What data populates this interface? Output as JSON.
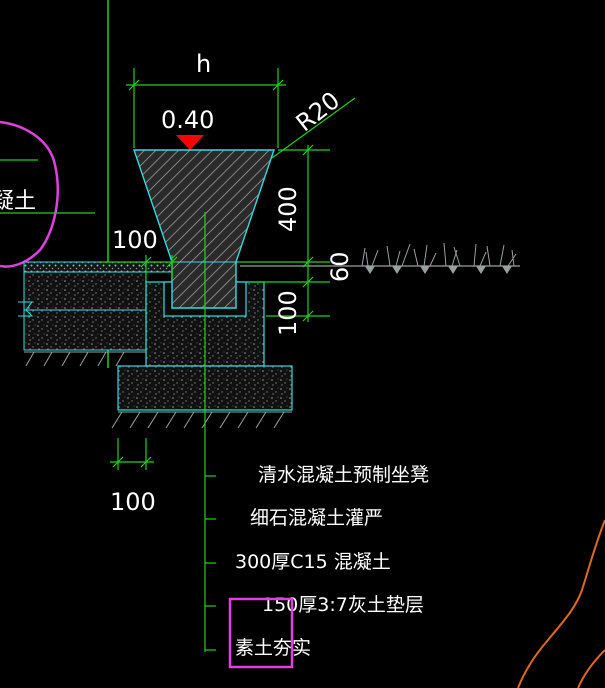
{
  "dimensions": {
    "width_label": "h",
    "elevation": "0.40",
    "radius": "R20",
    "height_upper": "400",
    "height_mid": "60",
    "height_lower": "100",
    "offset_left": "100",
    "offset_bottom": "100"
  },
  "fragment_text": "疑土",
  "annotations": [
    "清水混凝土预制坐凳",
    "细石混凝土灌严",
    "300厚C15 混凝土",
    "150厚3:7灰土垫层",
    "素土夯实"
  ],
  "colors": {
    "leader": "#1fd31f",
    "outline": "#33dddd",
    "highlight": "#e040e0",
    "orange": "#e06a1a",
    "marker": "#ff0000",
    "grass": "#9aa0a0"
  }
}
